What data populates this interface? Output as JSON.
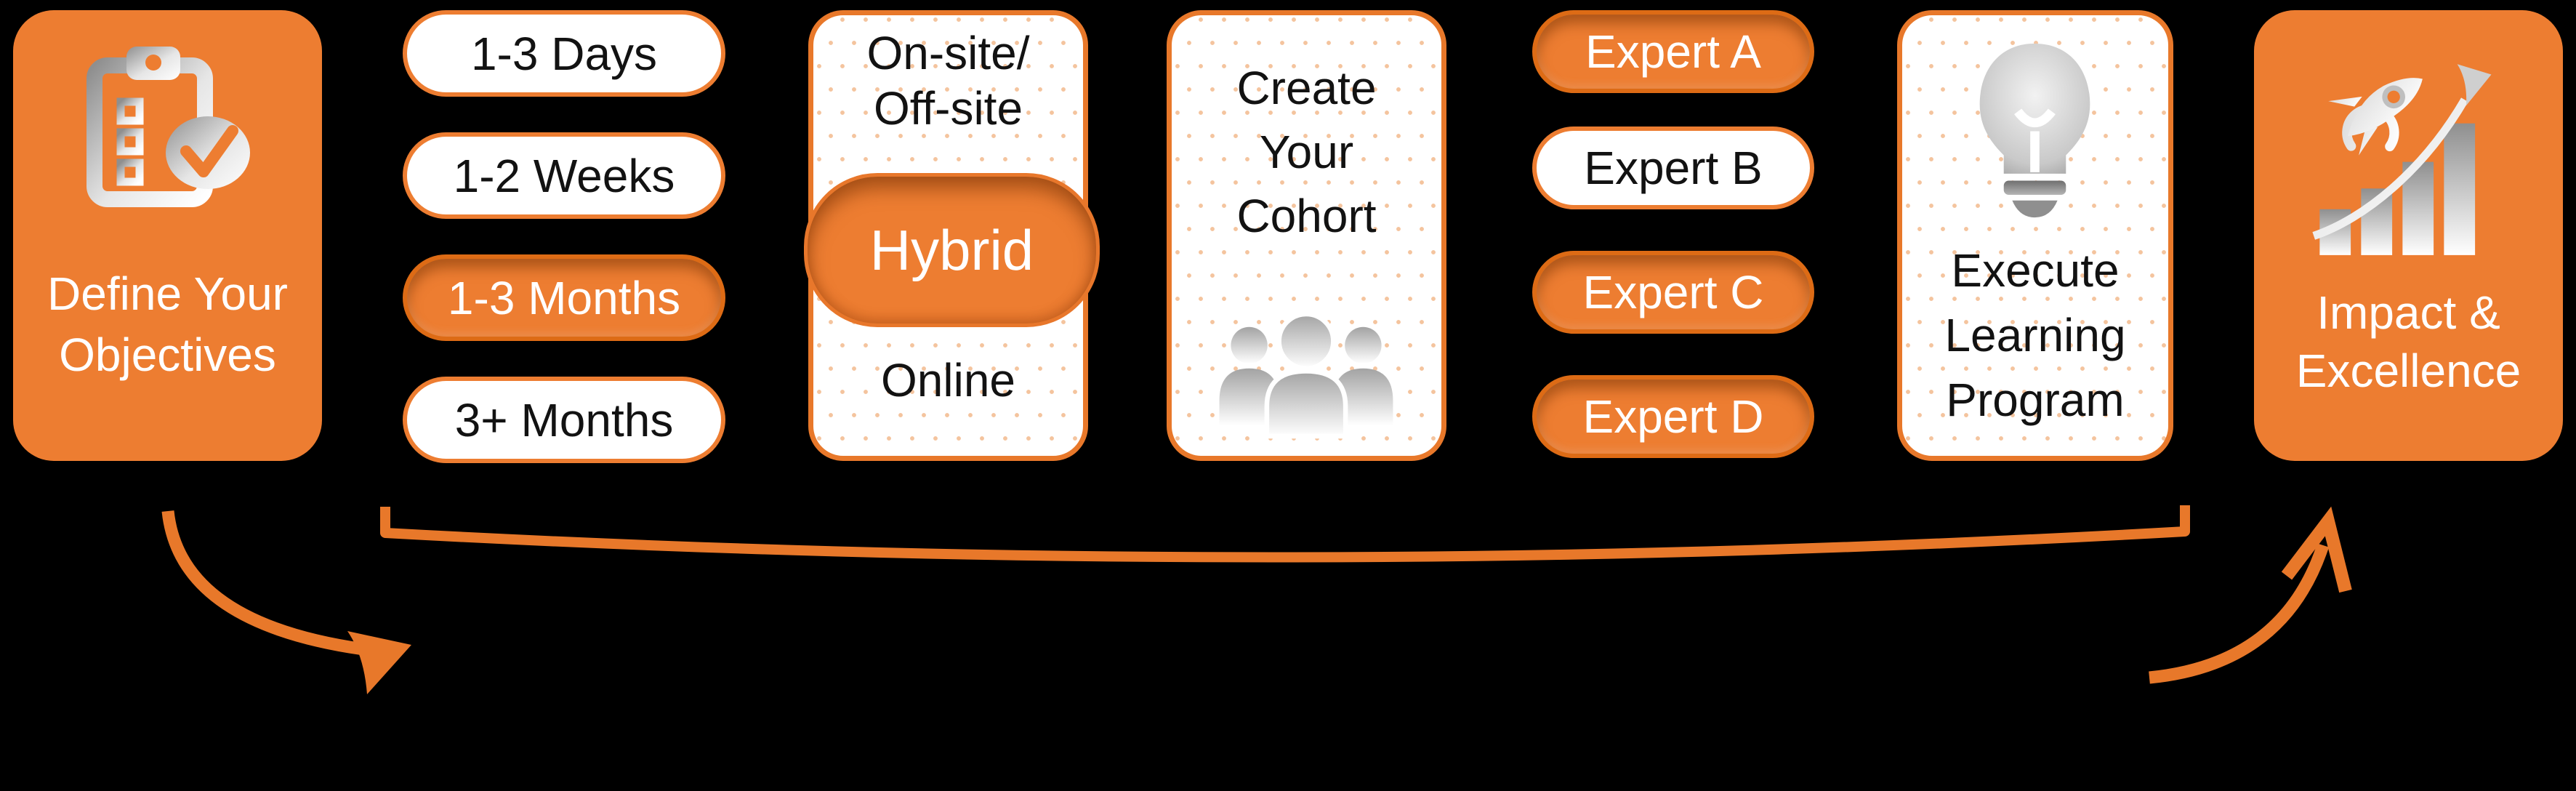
{
  "palette": {
    "background": "#000000",
    "orange": "#ED7D31",
    "orange_line": "#E8782A",
    "orange_deep": "#DD6B15",
    "dot": "#F4C49E",
    "text_dark": "#121212",
    "text_light": "#FFFFFF",
    "icon_silver": "#C9C9C9"
  },
  "steps": {
    "objectives": {
      "icon": "clipboard-check-icon",
      "lines": [
        "Define Your",
        "Objectives"
      ]
    },
    "durations": [
      {
        "label": "1-3 Days",
        "selected": false
      },
      {
        "label": "1-2 Weeks",
        "selected": false
      },
      {
        "label": "1-3 Months",
        "selected": true
      },
      {
        "label": "3+ Months",
        "selected": false
      }
    ],
    "modality": {
      "top_option_lines": [
        "On-site/",
        "Off-site"
      ],
      "selected": "Hybrid",
      "bottom_option": "Online"
    },
    "cohort": {
      "icon": "people-icon",
      "lines": [
        "Create",
        "Your",
        "Cohort"
      ]
    },
    "experts": [
      {
        "label": "Expert A",
        "selected": true
      },
      {
        "label": "Expert B",
        "selected": false
      },
      {
        "label": "Expert C",
        "selected": true
      },
      {
        "label": "Expert D",
        "selected": true
      }
    ],
    "execute": {
      "icon": "lightbulb-icon",
      "lines": [
        "Execute",
        "Learning",
        "Program"
      ]
    },
    "impact": {
      "icon": "rocket-growth-icon",
      "lines": [
        "Impact &",
        "Excellence"
      ]
    }
  }
}
